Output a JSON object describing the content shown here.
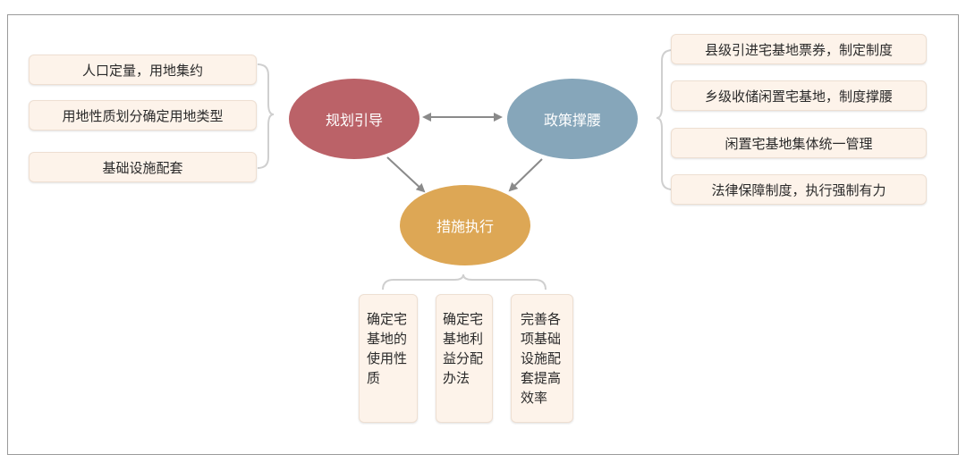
{
  "nodes": {
    "planning": {
      "label": "规划引导",
      "color": "#bb6268"
    },
    "policy": {
      "label": "政策撑腰",
      "color": "#86a6ba"
    },
    "measures": {
      "label": "措施执行",
      "color": "#dda755"
    }
  },
  "left_items": [
    "人口定量，用地集约",
    "用地性质划分确定用地类型",
    "基础设施配套"
  ],
  "right_items": [
    "县级引进宅基地票券，制定制度",
    "乡级收储闲置宅基地，制度撑腰",
    "闲置宅基地集体统一管理",
    "法律保障制度，执行强制有力"
  ],
  "bottom_items": [
    "确定宅基地的使用性质",
    "确定宅基地利益分配办法",
    "完善各项基础设施配套提高效率"
  ]
}
